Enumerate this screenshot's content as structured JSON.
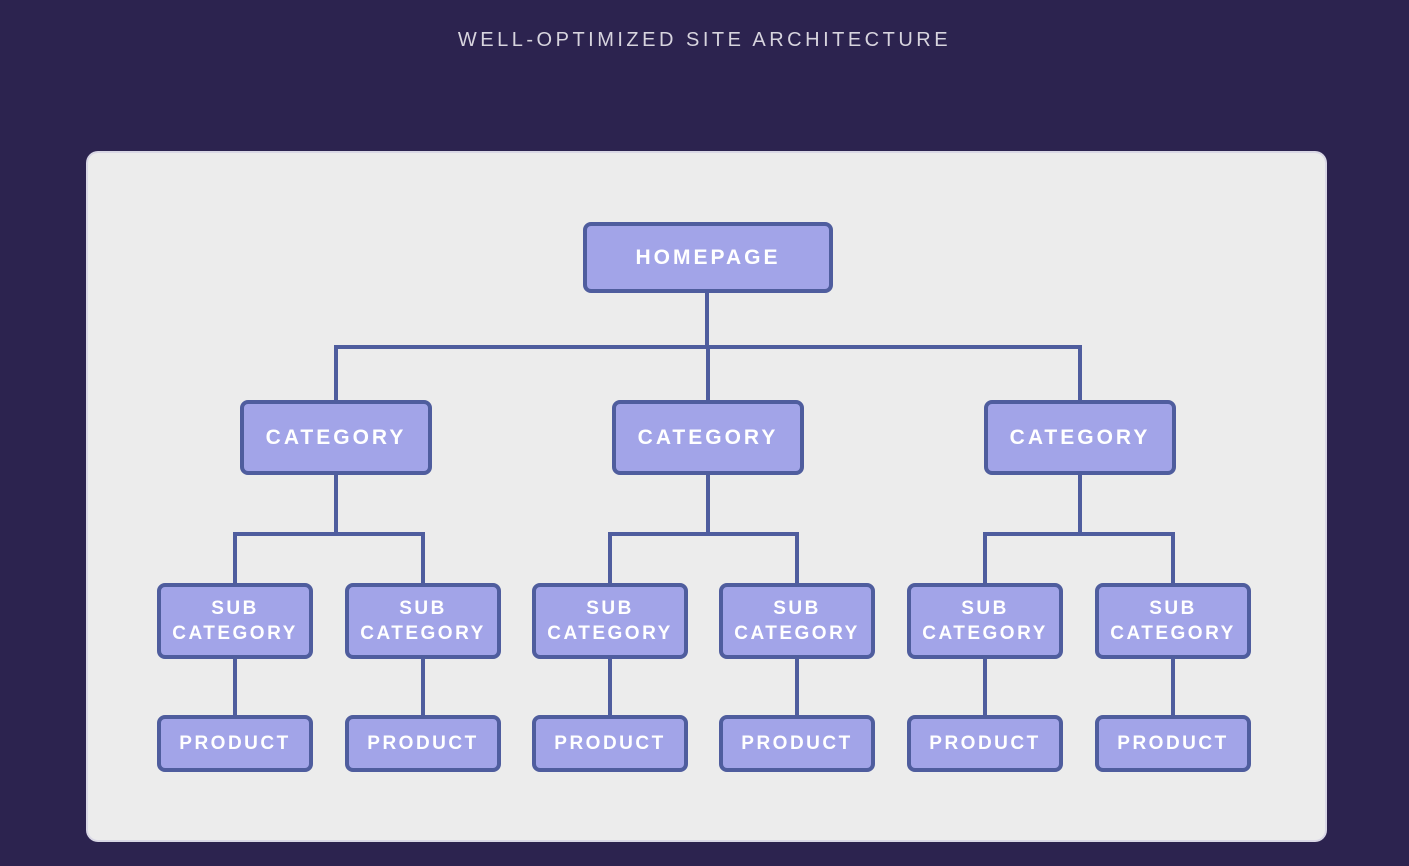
{
  "title": "WELL-OPTIMIZED SITE ARCHITECTURE",
  "colors": {
    "background": "#2c234f",
    "panel": "#ececec",
    "node_fill": "#a2a4e8",
    "node_border": "#4f5d9e",
    "connector": "#4f5d9e",
    "title_text": "#d7d4de",
    "node_text": "#ffffff"
  },
  "diagram": {
    "homepage": {
      "label": "HOMEPAGE"
    },
    "categories": [
      {
        "label": "CATEGORY"
      },
      {
        "label": "CATEGORY"
      },
      {
        "label": "CATEGORY"
      }
    ],
    "subcategories": [
      {
        "label": "SUB CATEGORY"
      },
      {
        "label": "SUB CATEGORY"
      },
      {
        "label": "SUB CATEGORY"
      },
      {
        "label": "SUB CATEGORY"
      },
      {
        "label": "SUB CATEGORY"
      },
      {
        "label": "SUB CATEGORY"
      }
    ],
    "products": [
      {
        "label": "PRODUCT"
      },
      {
        "label": "PRODUCT"
      },
      {
        "label": "PRODUCT"
      },
      {
        "label": "PRODUCT"
      },
      {
        "label": "PRODUCT"
      },
      {
        "label": "PRODUCT"
      }
    ]
  }
}
